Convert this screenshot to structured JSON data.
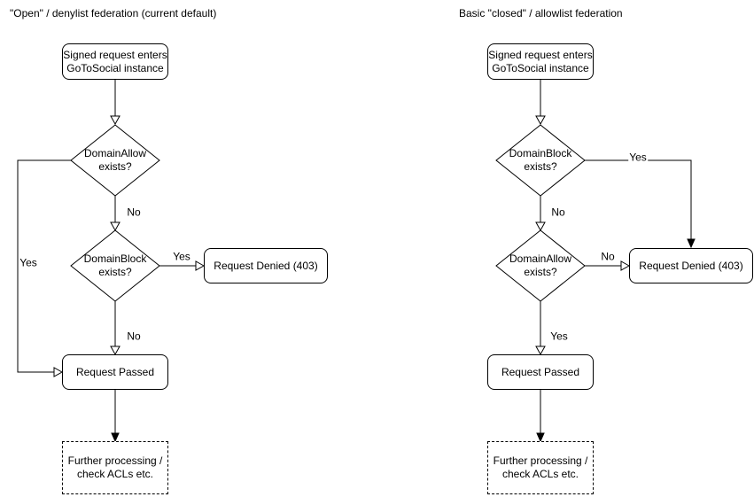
{
  "colors": {
    "background": "#ffffff",
    "stroke": "#000000",
    "text": "#000000"
  },
  "left_chart": {
    "title": "\"Open\" / denylist federation (current default)",
    "start": "Signed request enters\nGoToSocial instance",
    "decision1": "DomainAllow\nexists?",
    "decision1_yes": "Yes",
    "decision1_no": "No",
    "decision2": "DomainBlock\nexists?",
    "decision2_yes": "Yes",
    "decision2_no": "No",
    "denied": "Request Denied (403)",
    "passed": "Request Passed",
    "further": "Further processing /\ncheck ACLs etc."
  },
  "right_chart": {
    "title": "Basic \"closed\" / allowlist federation",
    "start": "Signed request enters\nGoToSocial instance",
    "decision1": "DomainBlock\nexists?",
    "decision1_yes": "Yes",
    "decision1_no": "No",
    "decision2": "DomainAllow\nexists?",
    "decision2_no": "No",
    "decision2_yes": "Yes",
    "denied": "Request Denied (403)",
    "passed": "Request Passed",
    "further": "Further processing /\ncheck ACLs etc."
  }
}
